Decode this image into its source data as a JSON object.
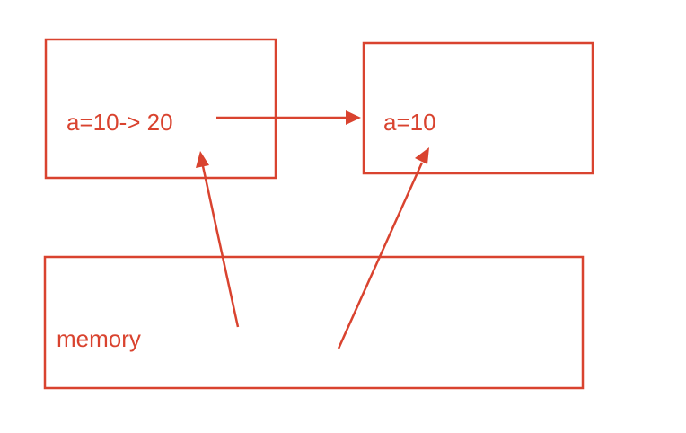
{
  "diagram": {
    "stroke_color": "#d9432f",
    "text_color": "#d9432f",
    "background": "#ffffff",
    "boxes": [
      {
        "id": "left-box",
        "label": "a=10-> 20"
      },
      {
        "id": "right-box",
        "label": "a=10"
      },
      {
        "id": "memory-box",
        "label": "memory"
      }
    ],
    "arrows": [
      {
        "from": "left-box",
        "to": "right-box"
      },
      {
        "from": "memory-box",
        "to": "left-box"
      },
      {
        "from": "memory-box",
        "to": "right-box"
      }
    ]
  }
}
